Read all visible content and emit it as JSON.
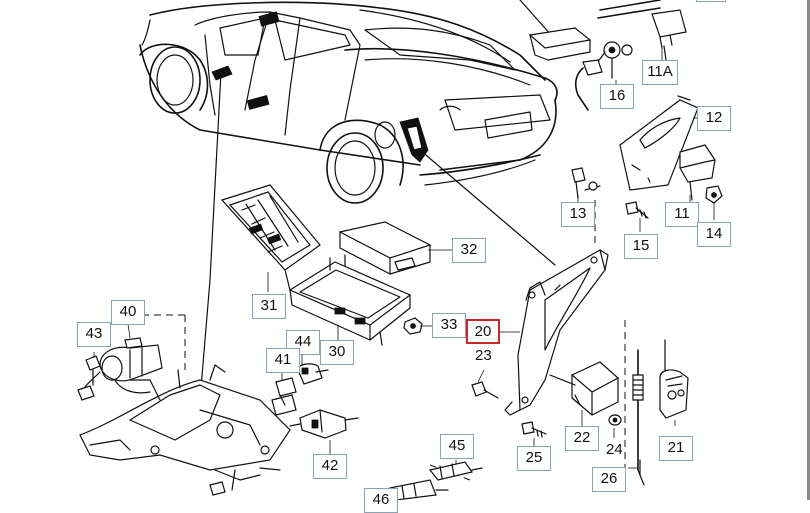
{
  "diagram": {
    "title": "Exploded parts diagram: vehicle electronics and mounting brackets",
    "callouts": [
      {
        "id": "c11a",
        "label": "11A"
      },
      {
        "id": "c16",
        "label": "16"
      },
      {
        "id": "c12",
        "label": "12"
      },
      {
        "id": "c13",
        "label": "13"
      },
      {
        "id": "c11",
        "label": "11"
      },
      {
        "id": "c14",
        "label": "14"
      },
      {
        "id": "c15",
        "label": "15"
      },
      {
        "id": "c32",
        "label": "32"
      },
      {
        "id": "c31",
        "label": "31"
      },
      {
        "id": "c30",
        "label": "30"
      },
      {
        "id": "c33",
        "label": "33"
      },
      {
        "id": "c20",
        "label": "20"
      },
      {
        "id": "c23",
        "label": "23"
      },
      {
        "id": "c40",
        "label": "40"
      },
      {
        "id": "c43",
        "label": "43"
      },
      {
        "id": "c44",
        "label": "44"
      },
      {
        "id": "c41",
        "label": "41"
      },
      {
        "id": "c42",
        "label": "42"
      },
      {
        "id": "c45",
        "label": "45"
      },
      {
        "id": "c46",
        "label": "46"
      },
      {
        "id": "c22",
        "label": "22"
      },
      {
        "id": "c24",
        "label": "24"
      },
      {
        "id": "c25",
        "label": "25"
      },
      {
        "id": "c21",
        "label": "21"
      },
      {
        "id": "c26",
        "label": "26"
      }
    ]
  }
}
